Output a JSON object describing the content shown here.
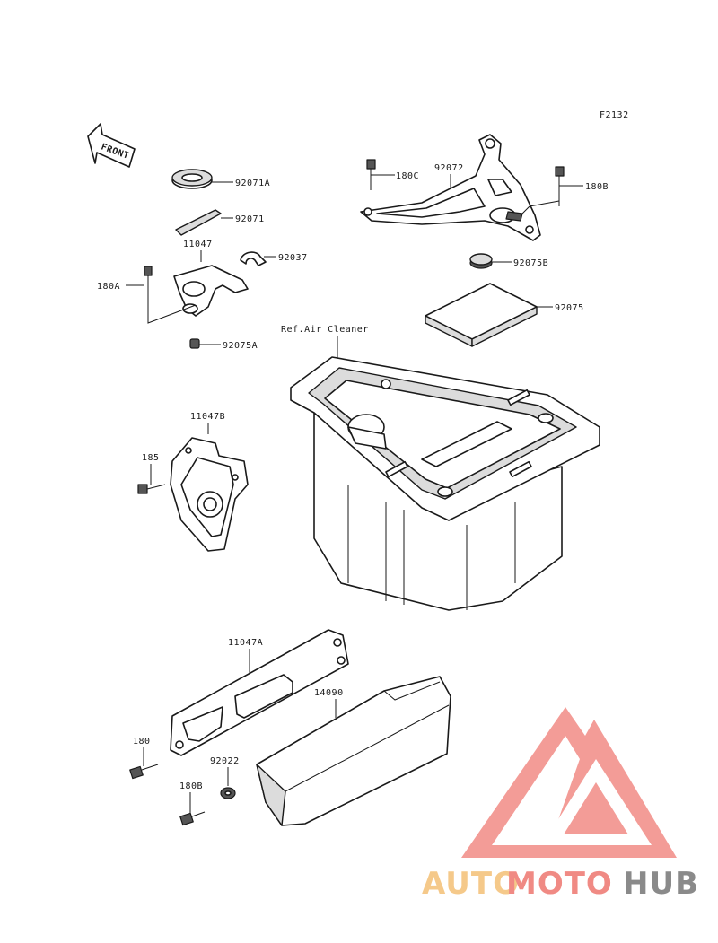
{
  "figure_code": "F2132",
  "front_label": "FRONT",
  "ref_label": "Ref.Air Cleaner",
  "callouts": {
    "p92071A": "92071A",
    "p92071": "92071",
    "p11047": "11047",
    "p92037": "92037",
    "p180A": "180A",
    "p92075A": "92075A",
    "p180C": "180C",
    "p92072": "92072",
    "p180B_top": "180B",
    "p92075B": "92075B",
    "p92075": "92075",
    "p11047B": "11047B",
    "p185": "185",
    "p11047A": "11047A",
    "p14090": "14090",
    "p180": "180",
    "p92022": "92022",
    "p180B_bottom": "180B"
  },
  "watermark": {
    "part1": "AUTO",
    "part2": "MOTO",
    "part3": "HUB",
    "colors": {
      "auto": "#f5c98a",
      "moto": "#f08a84",
      "hub": "#8a8a8a",
      "logo": "#f28b85"
    }
  }
}
